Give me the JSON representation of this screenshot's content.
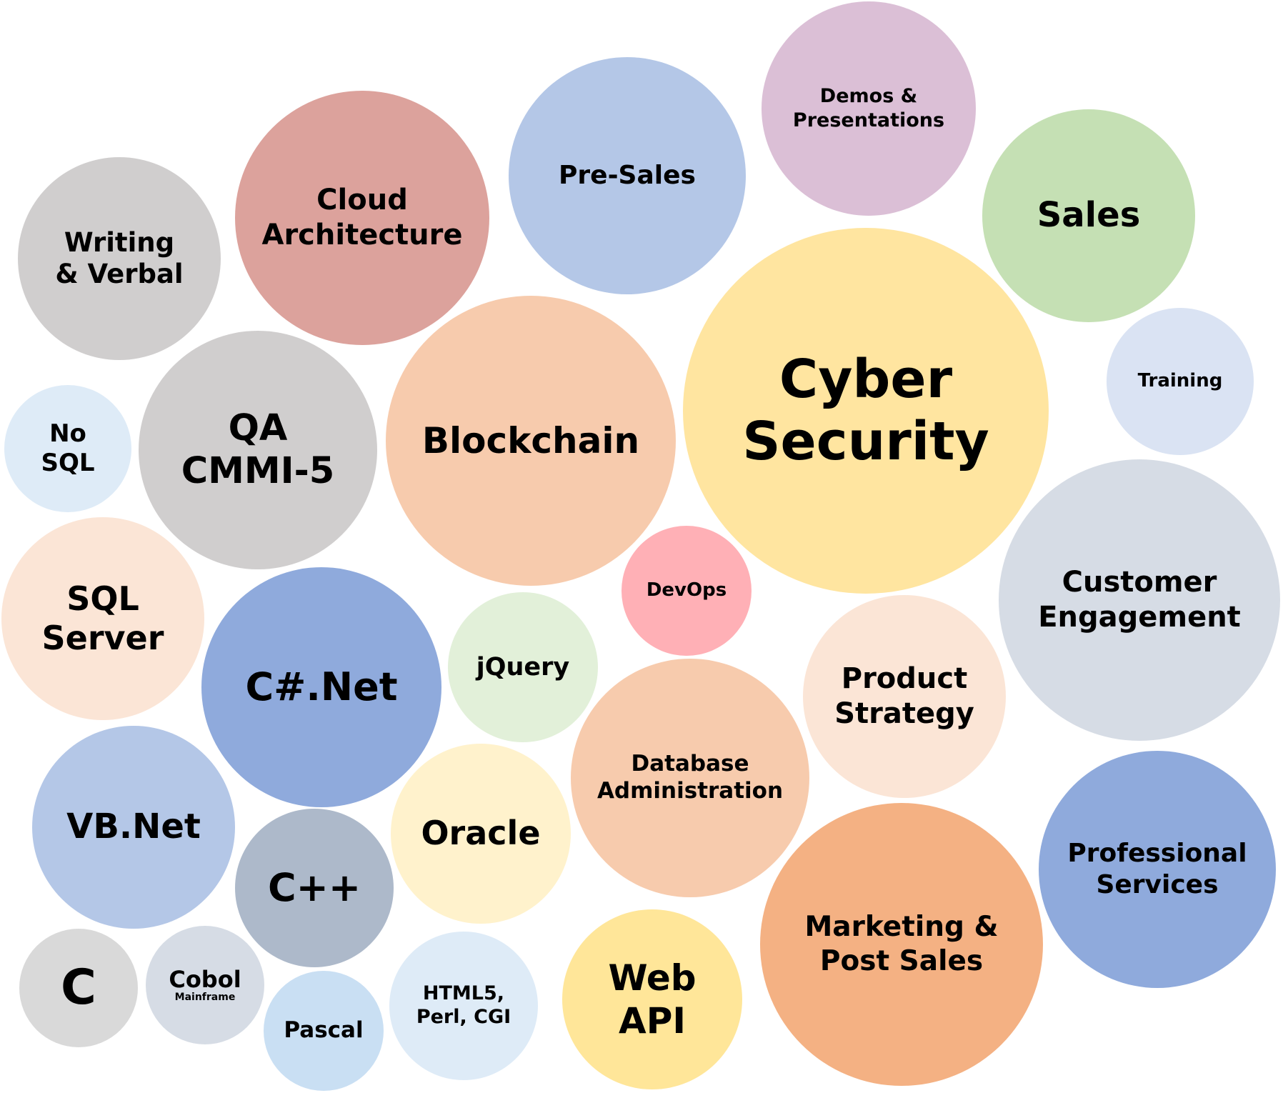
{
  "bubbles": [
    {
      "id": "cyber-security",
      "lines": [
        "Cyber",
        "Security"
      ],
      "color": "#FFE5A0"
    },
    {
      "id": "blockchain",
      "lines": [
        "Blockchain"
      ],
      "color": "#F7CBAD"
    },
    {
      "id": "cloud-architecture",
      "lines": [
        "Cloud",
        "Architecture"
      ],
      "color": "#DCA29C"
    },
    {
      "id": "pre-sales",
      "lines": [
        "Pre-Sales"
      ],
      "color": "#B4C7E7"
    },
    {
      "id": "demos-presentations",
      "lines": [
        "Demos &",
        "Presentations"
      ],
      "color": "#DBBFD6"
    },
    {
      "id": "sales",
      "lines": [
        "Sales"
      ],
      "color": "#C5E0B4"
    },
    {
      "id": "training",
      "lines": [
        "Training"
      ],
      "color": "#DAE3F3"
    },
    {
      "id": "customer-engagement",
      "lines": [
        "Customer",
        "Engagement"
      ],
      "color": "#D6DCE5"
    },
    {
      "id": "writing-verbal",
      "lines": [
        "Writing",
        "& Verbal"
      ],
      "color": "#D0CECE"
    },
    {
      "id": "qa-cmmi-5",
      "lines": [
        "QA",
        "CMMI-5"
      ],
      "color": "#D0CECE"
    },
    {
      "id": "no-sql",
      "lines": [
        "No",
        "SQL"
      ],
      "color": "#DEEBF7"
    },
    {
      "id": "sql-server",
      "lines": [
        "SQL",
        "Server"
      ],
      "color": "#FBE5D6"
    },
    {
      "id": "c-sharp-net",
      "lines": [
        "C#.Net"
      ],
      "color": "#8FAADC"
    },
    {
      "id": "jquery",
      "lines": [
        "jQuery"
      ],
      "color": "#E2F0D9"
    },
    {
      "id": "devops",
      "lines": [
        "DevOps"
      ],
      "color": "#FFB0B6"
    },
    {
      "id": "product-strategy",
      "lines": [
        "Product",
        "Strategy"
      ],
      "color": "#FBE5D6"
    },
    {
      "id": "database-administration",
      "lines": [
        "Database",
        "Administration"
      ],
      "color": "#F7CBAD"
    },
    {
      "id": "vb-net",
      "lines": [
        "VB.Net"
      ],
      "color": "#B4C7E7"
    },
    {
      "id": "c-plus-plus",
      "lines": [
        "C++"
      ],
      "color": "#ADB9CA"
    },
    {
      "id": "oracle",
      "lines": [
        "Oracle"
      ],
      "color": "#FFF2CC"
    },
    {
      "id": "professional-services",
      "lines": [
        "Professional",
        "Services"
      ],
      "color": "#8FAADC"
    },
    {
      "id": "marketing-post-sales",
      "lines": [
        "Marketing &",
        "Post Sales"
      ],
      "color": "#F4B183"
    },
    {
      "id": "web-api",
      "lines": [
        "Web",
        "API"
      ],
      "color": "#FFE699"
    },
    {
      "id": "c",
      "lines": [
        "C"
      ],
      "color": "#D9D9D9"
    },
    {
      "id": "cobol",
      "lines": [
        "Cobol"
      ],
      "sub": "Mainframe",
      "color": "#D6DCE5"
    },
    {
      "id": "pascal",
      "lines": [
        "Pascal"
      ],
      "color": "#C9DFF3"
    },
    {
      "id": "html5-perl-cgi",
      "lines": [
        "HTML5,",
        "Perl, CGI"
      ],
      "color": "#DEEBF7"
    }
  ]
}
